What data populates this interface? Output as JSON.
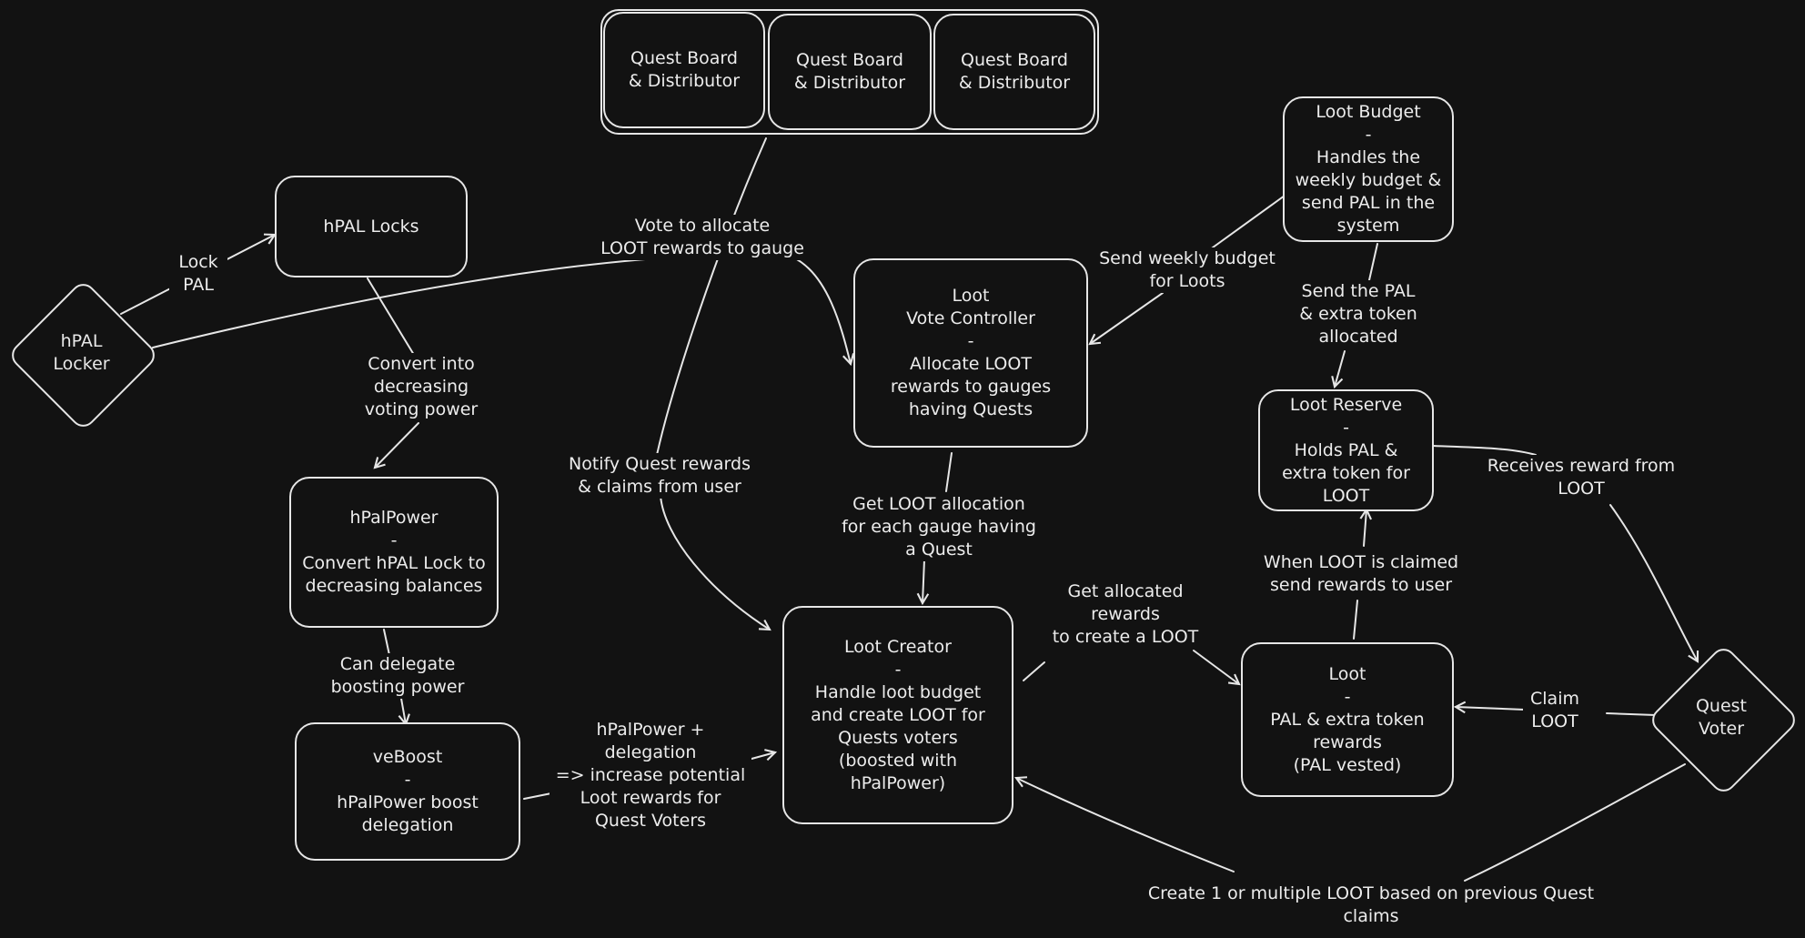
{
  "diagram": {
    "quest_boards": [
      {
        "label": "Quest Board\n& Distributor"
      },
      {
        "label": "Quest Board\n& Distributor"
      },
      {
        "label": "Quest Board\n& Distributor"
      }
    ],
    "nodes": {
      "hpal_locks": "hPAL Locks",
      "hpal_locker": "hPAL\nLocker",
      "hpalpower": "hPalPower\n-\nConvert hPAL Lock to\ndecreasing balances",
      "veboost": "veBoost\n-\nhPalPower boost\ndelegation",
      "vote_controller": "Loot\nVote Controller\n-\nAllocate LOOT\nrewards to gauges\nhaving Quests",
      "loot_creator": "Loot Creator\n-\nHandle loot budget\nand create LOOT for\nQuests voters\n(boosted with\nhPalPower)",
      "loot_budget": "Loot Budget\n-\nHandles the\nweekly budget &\nsend PAL in the\nsystem",
      "loot_reserve": "Loot Reserve\n-\nHolds PAL &\nextra token for\nLOOT",
      "loot": "Loot\n-\nPAL & extra token\nrewards\n(PAL vested)",
      "quest_voter": "Quest\nVoter"
    },
    "edge_labels": {
      "lock_pal": "Lock\nPAL",
      "vote_allocate": "Vote to allocate\nLOOT rewards to gauge",
      "convert_voting_power": "Convert into\ndecreasing\nvoting power",
      "notify_quest": "Notify Quest rewards\n& claims from user",
      "can_delegate": "Can delegate\nboosting power",
      "hpalpower_delegation": "hPalPower +\ndelegation\n=> increase potential\nLoot rewards for\nQuest Voters",
      "get_loot_allocation": "Get LOOT allocation\nfor each gauge having\na Quest",
      "send_weekly_budget": "Send weekly budget\nfor Loots",
      "send_pal_extra": "Send the PAL\n& extra token\nallocated",
      "receives_reward": "Receives reward from\nLOOT",
      "when_loot_claimed": "When LOOT is claimed\nsend rewards to user",
      "get_allocated_rewards": "Get allocated\nrewards\nto create a LOOT",
      "claim_loot": "Claim\nLOOT",
      "create_loot": "Create 1 or multiple LOOT based on previous Quest\nclaims"
    }
  }
}
